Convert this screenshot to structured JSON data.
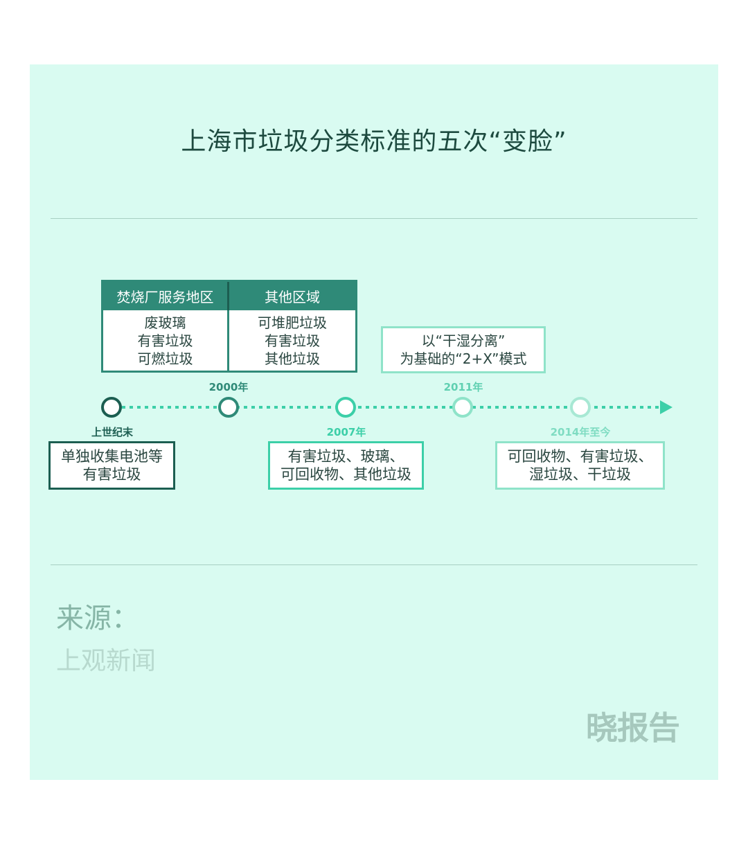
{
  "title": "上海市垃圾分类标准的五次“变脸”",
  "colors": {
    "card_bg": "#d9fbf1",
    "dark_green": "#1c5e51",
    "mid_green": "#2f8a78",
    "teal": "#3ccfa8",
    "light_teal": "#7fdcc2",
    "pale_teal": "#8fe3c9"
  },
  "incinerator_table": {
    "col1_header": "焚烧厂服务地区",
    "col2_header": "其他区域",
    "col1_items": "废玻璃\n有害垃圾\n可燃垃圾",
    "col2_items": "可堆肥垃圾\n有害垃圾\n其他垃圾"
  },
  "milestones": [
    {
      "label": "上世纪末",
      "note": "单独收集电池等\n有害垃圾"
    },
    {
      "label": "2000年"
    },
    {
      "label": "2007年",
      "note": "有害垃圾、玻璃、\n可回收物、其他垃圾"
    },
    {
      "label": "2011年",
      "note": "以“干湿分离”\n为基础的“2+X”模式"
    },
    {
      "label": "2014年至今",
      "note": "可回收物、有害垃圾、\n湿垃圾、干垃圾"
    }
  ],
  "source": {
    "label": "来源：",
    "value": "上观新闻"
  },
  "brand": "晓报告"
}
